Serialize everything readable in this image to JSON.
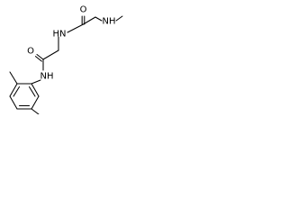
{
  "molecule": {
    "atoms": {
      "amide_nh_upper": "HN",
      "methylamino_nh": "NH",
      "carbonyl_o_upper": "O",
      "carbonyl_o_lower": "O",
      "anilide_nh": "NH"
    }
  }
}
